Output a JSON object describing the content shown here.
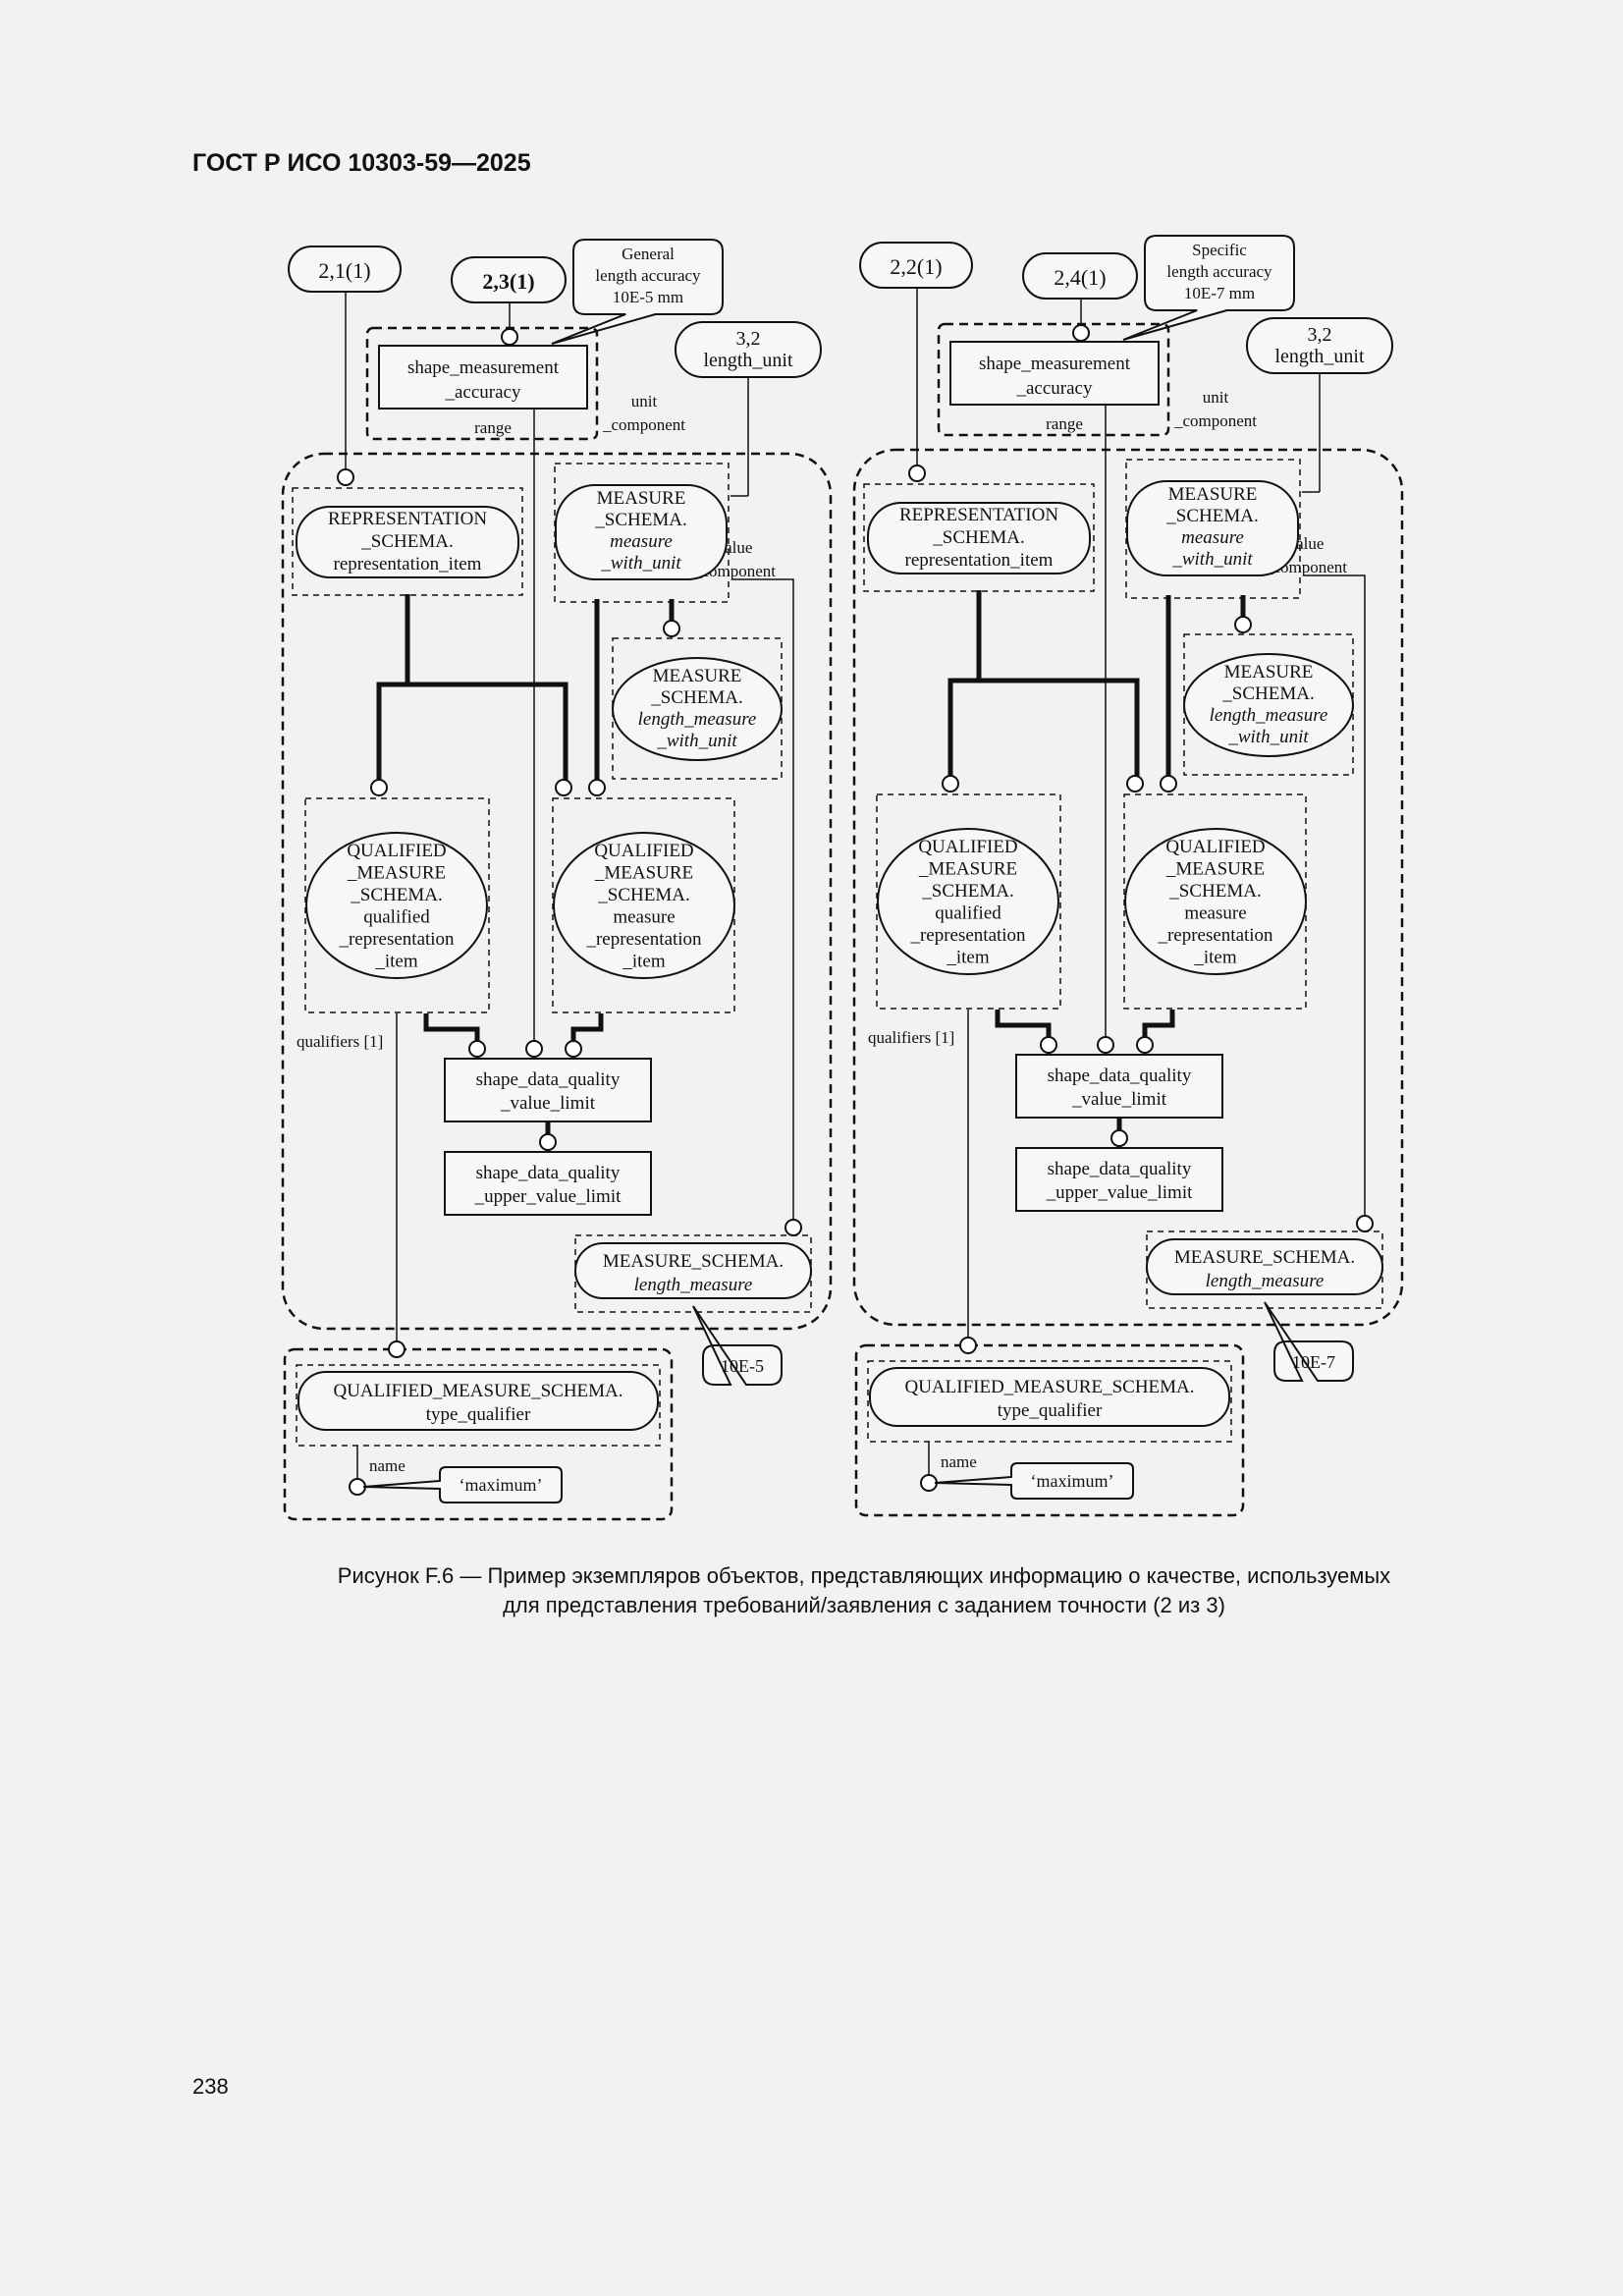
{
  "header": {
    "standard": "ГОСТ Р ИСО 10303-59—2025"
  },
  "caption": {
    "line1": "Рисунок F.6 — Пример экземпляров объектов, представляющих информацию о качестве, используемых",
    "line2": "для представления требований/заявления с заданием точности (2 из 3)"
  },
  "page_number": "238",
  "diagram": {
    "left": {
      "ref_rep": "2,1(1)",
      "ref_acc": "2,3(1)",
      "note_lines": [
        "General",
        "length accuracy",
        "10E-5 mm"
      ],
      "ref_unit_lines": [
        "3,2",
        "length_unit"
      ],
      "sma_lines": [
        "shape_measurement",
        "_accuracy"
      ],
      "range": "range",
      "unit_comp_lines": [
        "unit",
        "_component"
      ],
      "value_comp_lines": [
        "value",
        "_component"
      ],
      "rep_item_lines": [
        "REPRESENTATION",
        "_SCHEMA.",
        "representation_item"
      ],
      "mwu_lines": [
        "MEASURE",
        "_SCHEMA.",
        "measure",
        "_with_unit"
      ],
      "lmwu_lines": [
        "MEASURE",
        "_SCHEMA.",
        "length_measure",
        "_with_unit"
      ],
      "qri_lines": [
        "QUALIFIED",
        "_MEASURE",
        "_SCHEMA.",
        "qualified",
        "_representation",
        "_item"
      ],
      "mri_lines": [
        "QUALIFIED",
        "_MEASURE",
        "_SCHEMA.",
        "measure",
        "_representation",
        "_item"
      ],
      "qualifiers": "qualifiers [1]",
      "sdqvl_lines": [
        "shape_data_quality",
        "_value_limit"
      ],
      "sdquvl_lines": [
        "shape_data_quality",
        "_upper_value_limit"
      ],
      "lm_lines": [
        "MEASURE_SCHEMA.",
        "length_measure"
      ],
      "value_note": "10E-5",
      "tq_lines": [
        "QUALIFIED_MEASURE_SCHEMA.",
        "type_qualifier"
      ],
      "name": "name",
      "maximum": "‘maximum’"
    },
    "right": {
      "ref_rep": "2,2(1)",
      "ref_acc": "2,4(1)",
      "note_lines": [
        "Specific",
        "length accuracy",
        "10E-7 mm"
      ],
      "ref_unit_lines": [
        "3,2",
        "length_unit"
      ],
      "sma_lines": [
        "shape_measurement",
        "_accuracy"
      ],
      "range": "range",
      "unit_comp_lines": [
        "unit",
        "_component"
      ],
      "value_comp_lines": [
        "value",
        "_component"
      ],
      "rep_item_lines": [
        "REPRESENTATION",
        "_SCHEMA.",
        "representation_item"
      ],
      "mwu_lines": [
        "MEASURE",
        "_SCHEMA.",
        "measure",
        "_with_unit"
      ],
      "lmwu_lines": [
        "MEASURE",
        "_SCHEMA.",
        "length_measure",
        "_with_unit"
      ],
      "qri_lines": [
        "QUALIFIED",
        "_MEASURE",
        "_SCHEMA.",
        "qualified",
        "_representation",
        "_item"
      ],
      "mri_lines": [
        "QUALIFIED",
        "_MEASURE",
        "_SCHEMA.",
        "measure",
        "_representation",
        "_item"
      ],
      "qualifiers": "qualifiers [1]",
      "sdqvl_lines": [
        "shape_data_quality",
        "_value_limit"
      ],
      "sdquvl_lines": [
        "shape_data_quality",
        "_upper_value_limit"
      ],
      "lm_lines": [
        "MEASURE_SCHEMA.",
        "length_measure"
      ],
      "value_note": "10E-7",
      "tq_lines": [
        "QUALIFIED_MEASURE_SCHEMA.",
        "type_qualifier"
      ],
      "name": "name",
      "maximum": "‘maximum’"
    }
  }
}
